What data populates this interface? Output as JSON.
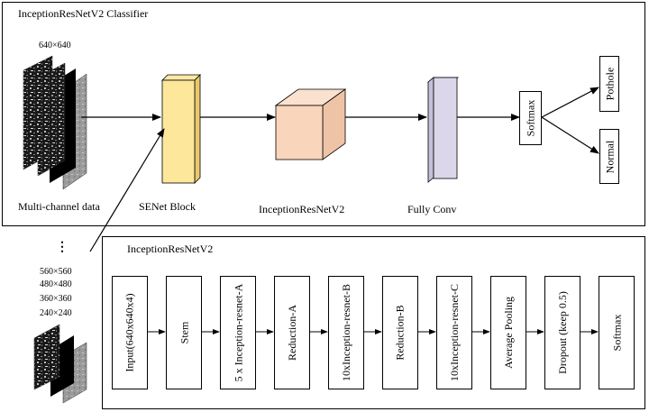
{
  "top_panel": {
    "title": "InceptionResNetV2 Classifier",
    "input_size": "640×640",
    "input_label": "Multi-channel data",
    "senet_label": "SENet Block",
    "backbone_label": "InceptionResNetV2",
    "fc_label": "Fully Conv",
    "softmax_label": "Softmax",
    "outputs": [
      "Pothole",
      "Normal"
    ],
    "colors": {
      "senet": "#fde79b",
      "backbone": "#f9d5bc",
      "fc": "#dcd6ea"
    }
  },
  "left_side": {
    "dots": "⋮",
    "sizes": [
      "560×560",
      "480×480",
      "360×360",
      "240×240"
    ]
  },
  "bottom_panel": {
    "title": "InceptionResNetV2",
    "stages": [
      "Input(640x640x4)",
      "Stem",
      "5 x Inception-resnet-A",
      "Reduction-A",
      "10xInception-resnet-B",
      "Reduction-B",
      "10xInception-resnet-C",
      "Average Pooling",
      "Dropout (keep 0.5)",
      "Softmax"
    ]
  }
}
